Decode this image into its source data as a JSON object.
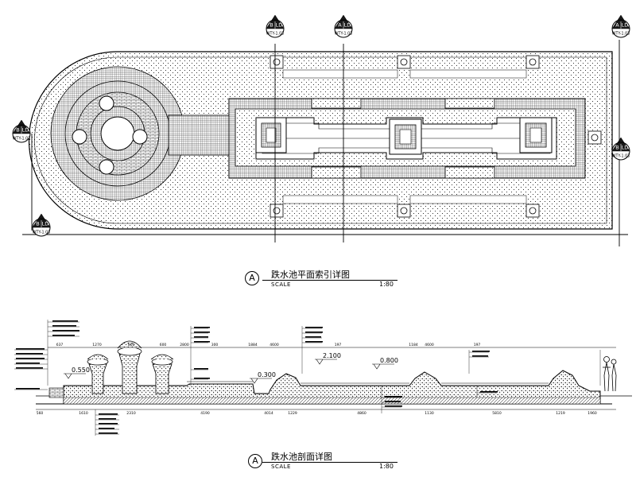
{
  "plan": {
    "title": "跌水池平面索引详图",
    "scale_label": "SCALE",
    "scale_value": "1:80",
    "callout_letter": "A"
  },
  "section": {
    "title": "跌水池剖面详图",
    "scale_label": "SCALE",
    "scale_value": "1:80",
    "callout_letter": "A",
    "elevations": [
      "0.550",
      "0.300",
      "2.100",
      "0.800"
    ],
    "dims_top": [
      "637",
      "1270",
      "600",
      "600",
      "2800",
      "300",
      "1884",
      "4600",
      "197",
      "1184",
      "4600",
      "197"
    ],
    "dims_bottom": [
      "560",
      "1610",
      "2310",
      "4190",
      "4014",
      "1229",
      "4860",
      "1130",
      "5810",
      "1219",
      "1960"
    ]
  },
  "section_markers": [
    {
      "letter": "B",
      "code": "LD",
      "ref": "WTY-1.03"
    },
    {
      "letter": "A",
      "code": "LD",
      "ref": "WTY-1.03"
    },
    {
      "letter": "A",
      "code": "LD",
      "ref": "WTY-1.03"
    },
    {
      "letter": "B",
      "code": "LD",
      "ref": "WTY-1.03"
    },
    {
      "letter": "B",
      "code": "LD",
      "ref": "WTY-1.03"
    },
    {
      "letter": "B",
      "code": "LD",
      "ref": "WTY-1.03"
    }
  ]
}
